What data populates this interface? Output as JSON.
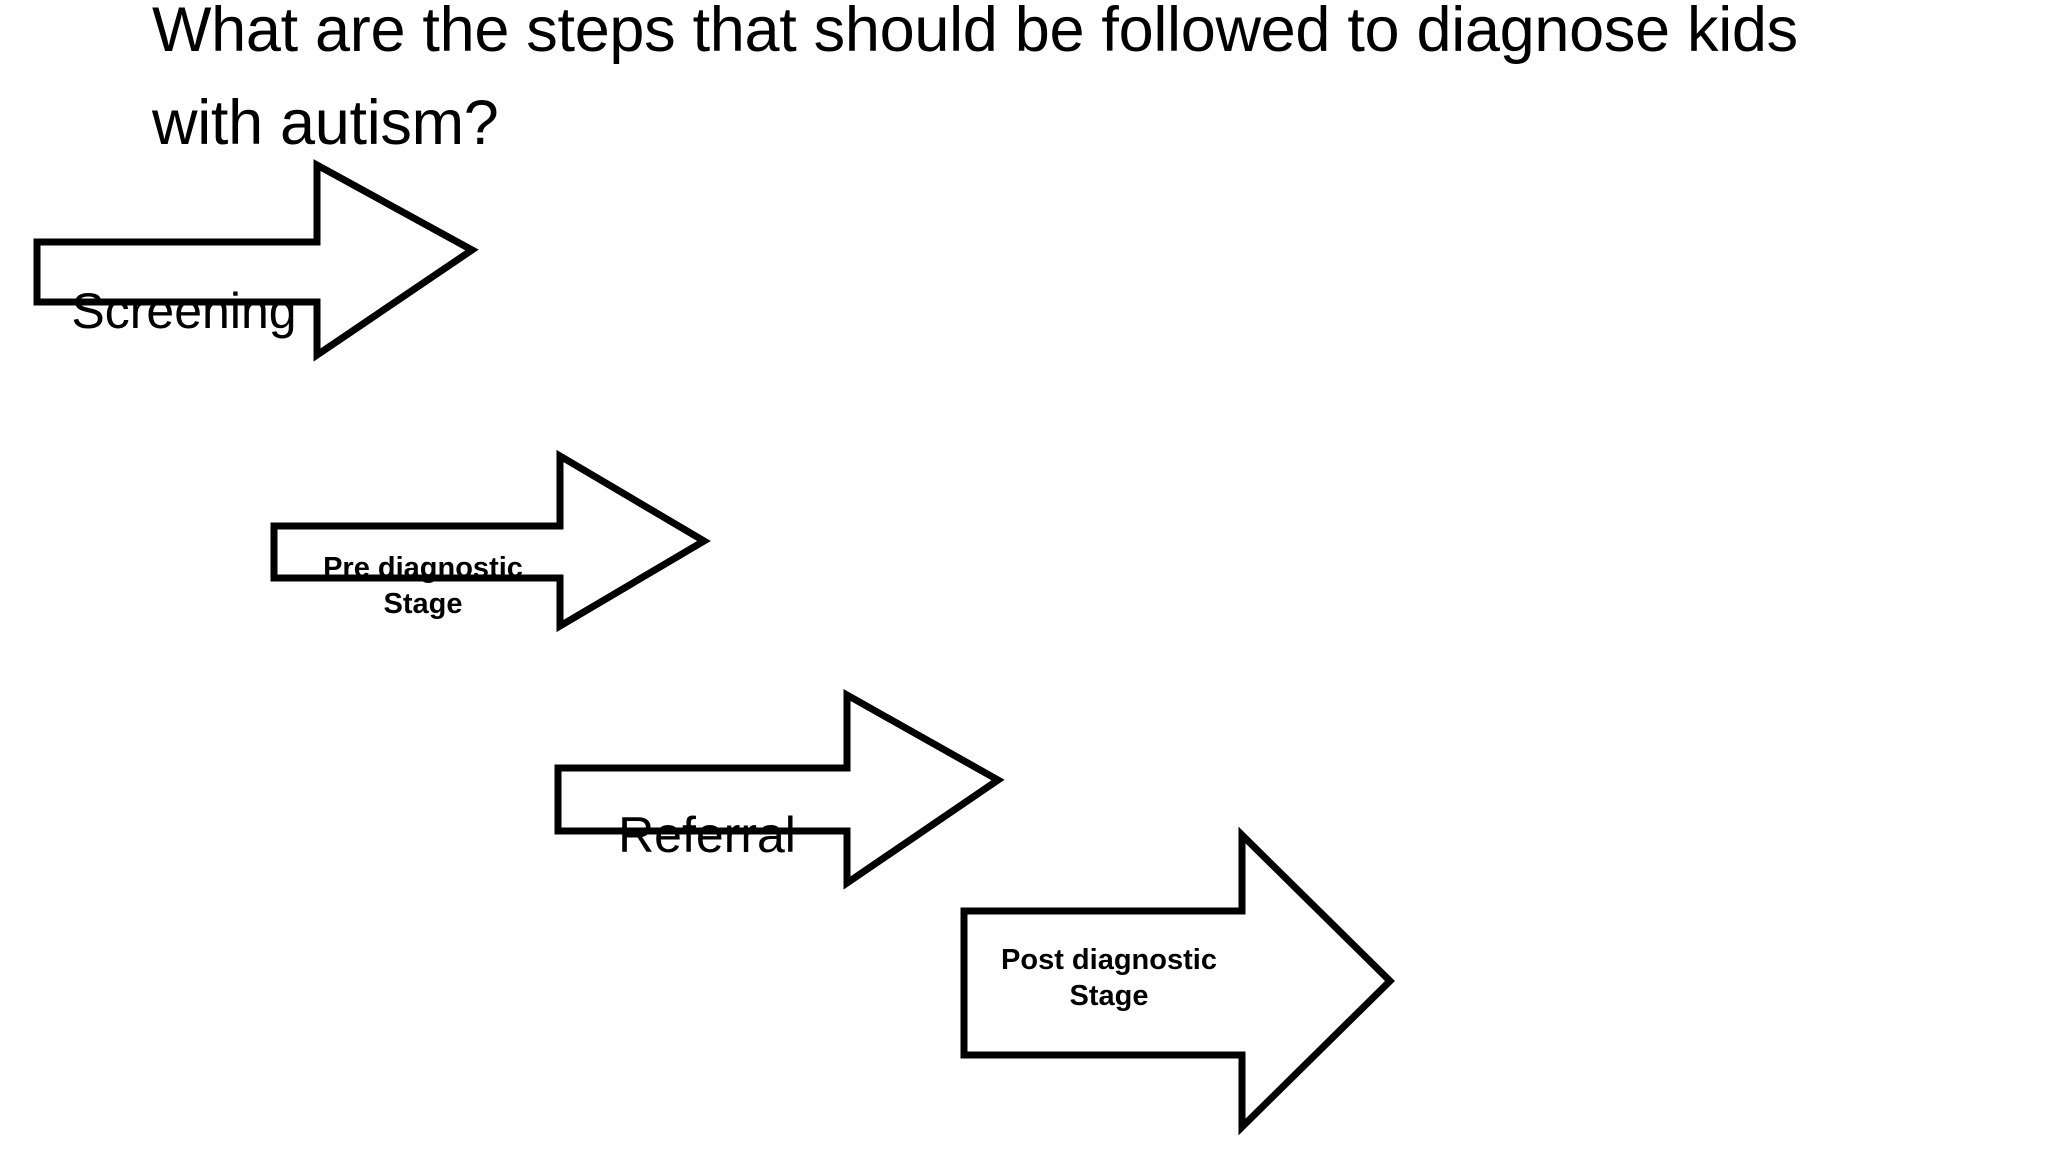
{
  "slide": {
    "background_color": "#FFFFFF",
    "stroke_color": "#000000",
    "text_color": "#000000",
    "title": "What are the steps that should be followed to diagnose kids with autism?"
  },
  "flow": {
    "type": "process-chevron-arrow-sequence",
    "direction": "left-to-right-descending",
    "step_count": 4,
    "steps": [
      {
        "index": 1,
        "label": "Screening",
        "bold": false,
        "shape": "right-arrow"
      },
      {
        "index": 2,
        "label": "Pre diagnostic\nStage",
        "bold": true,
        "shape": "right-arrow"
      },
      {
        "index": 3,
        "label": "Referral",
        "bold": false,
        "shape": "right-arrow"
      },
      {
        "index": 4,
        "label": "Post diagnostic\nStage",
        "bold": true,
        "shape": "right-arrow"
      }
    ]
  }
}
